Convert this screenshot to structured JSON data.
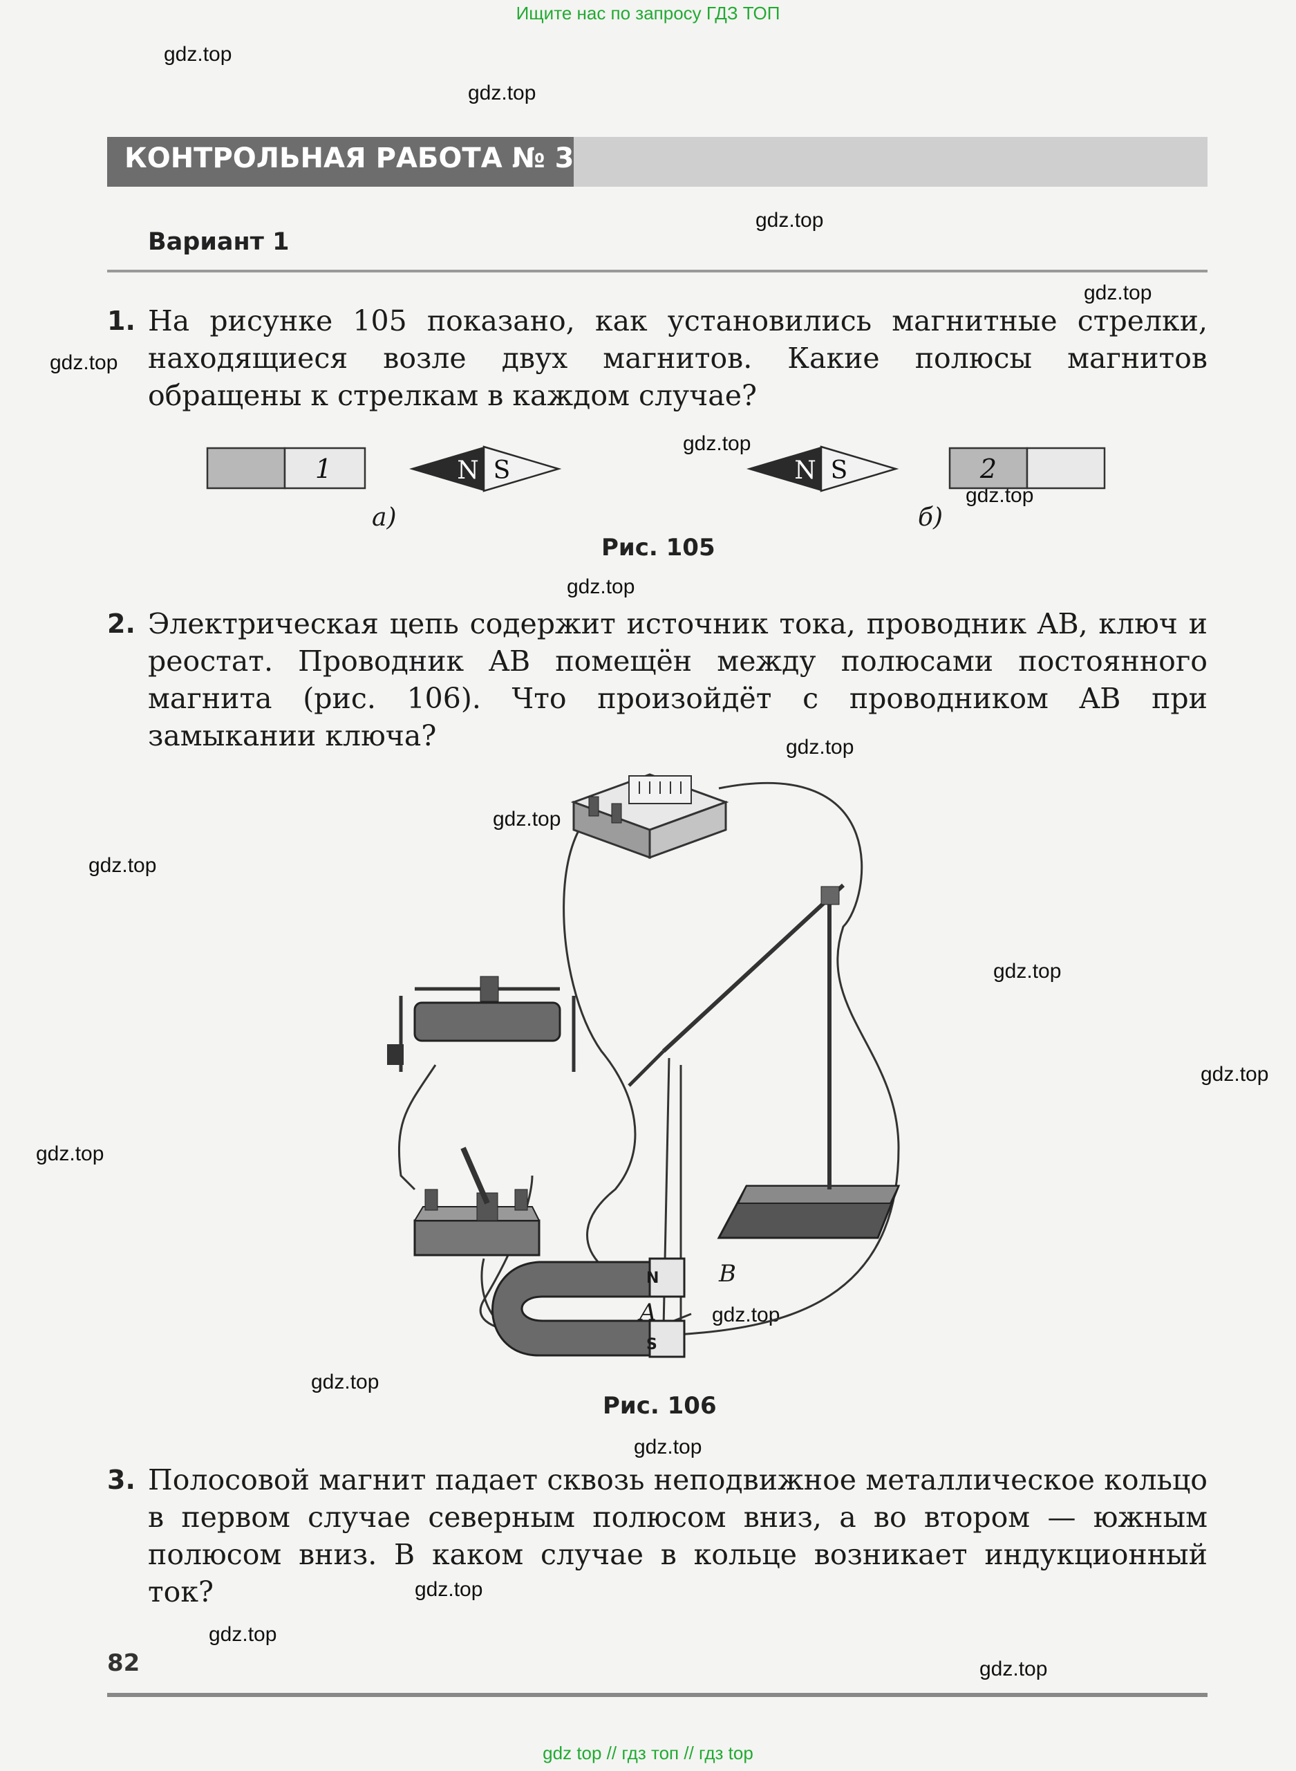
{
  "banner": {
    "top_text": "Ищите нас по запросу ГДЗ ТОП",
    "footer_text": "gdz top  //  гдз топ  //  гдз top"
  },
  "watermark": "gdz.top",
  "header": {
    "title": "КОНТРОЛЬНАЯ РАБОТА № 3",
    "variant": "Вариант 1"
  },
  "questions": [
    {
      "num": "1.",
      "text": "На рисунке 105 показано, как установились магнитные стрелки, находящиеся возле двух магнитов. Какие полюсы магнитов обращены к стрелкам в каждом случае?"
    },
    {
      "num": "2.",
      "text": "Электрическая цепь содержит источник тока, проводник AB, ключ и реостат. Проводник AB помещён между полюсами постоянного магнита (рис. 106). Что произойдёт с проводником AB при замыкании ключа?"
    },
    {
      "num": "3.",
      "text": "Полосовой магнит падает сквозь неподвижное металлическое кольцо в первом случае северным полюсом вниз, а во втором — южным полюсом вниз. В каком случае в кольце возникает индукционный ток?"
    }
  ],
  "fig105": {
    "caption": "Рис. 105",
    "magnet_a_label": "1",
    "magnet_b_label": "2",
    "sub_a": "а)",
    "sub_b": "б)",
    "needle_n": "N",
    "needle_s": "S"
  },
  "fig106": {
    "caption": "Рис. 106",
    "pole_n": "N",
    "pole_s": "S",
    "label_a": "A",
    "label_b": "B"
  },
  "page_number": "82"
}
